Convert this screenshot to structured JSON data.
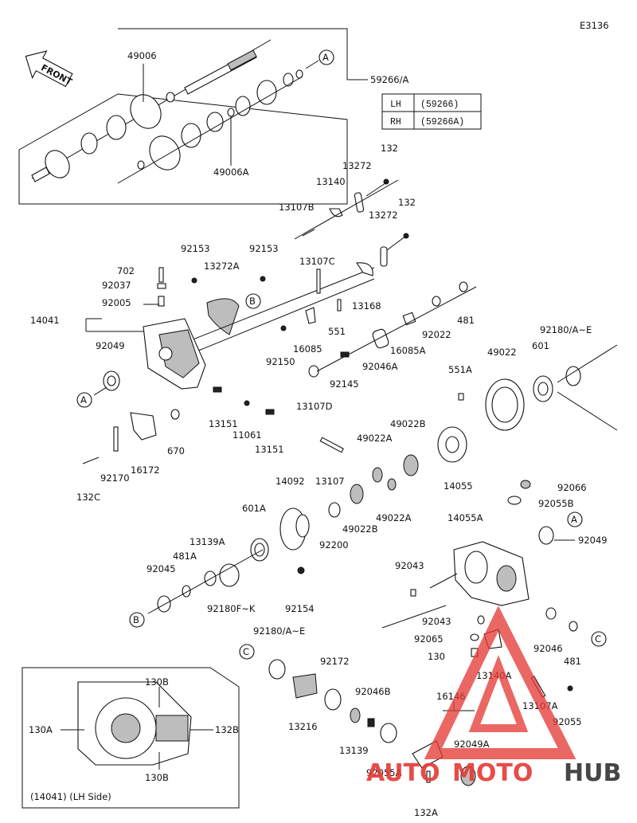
{
  "diagram_code": "E3136",
  "front_label": "FRONT",
  "wm": {
    "auto": "AUTO",
    "moto": "MOTO",
    "hub": "HUB",
    "color": "#e53935",
    "hub_color": "#333333"
  },
  "inset_caption": "(14041)  (LH Side)",
  "side_table": {
    "rows": [
      {
        "side": "LH",
        "part": "(59266)"
      },
      {
        "side": "RH",
        "part": "(59266A)"
      }
    ]
  },
  "refs": {
    "a": "A",
    "b": "B",
    "c": "C"
  },
  "labels": {
    "l49006": "49006",
    "l49006A": "49006A",
    "l59266A": "59266/A",
    "l132a": "132",
    "l13272a": "13272",
    "l13140": "13140",
    "l13107B": "13107B",
    "l132b": "132",
    "l13272b": "13272",
    "l92153a": "92153",
    "l92153b": "92153",
    "l13272A": "13272A",
    "l702": "702",
    "l92037": "92037",
    "l92005": "92005",
    "l14041": "14041",
    "l92049a": "92049",
    "l13107C": "13107C",
    "l13168": "13168",
    "l481a": "481",
    "l92022": "92022",
    "l551a": "551",
    "l16085": "16085",
    "l16085A": "16085A",
    "l92150": "92150",
    "l92046A": "92046A",
    "l92145": "92145",
    "l13107D": "13107D",
    "l92180AE_a": "92180/A~E",
    "l601": "601",
    "l49022": "49022",
    "l551A": "551A",
    "l13151a": "13151",
    "l11061": "11061",
    "l13151b": "13151",
    "l670": "670",
    "l16172": "16172",
    "l92170": "92170",
    "l132C": "132C",
    "l13107": "13107",
    "l49022A": "49022A",
    "l49022B_a": "49022B",
    "l14055": "14055",
    "l92066": "92066",
    "l92055B": "92055B",
    "l14092": "14092",
    "l601A": "601A",
    "l49022B_b": "49022B",
    "l49022A_b": "49022A",
    "l14055A": "14055A",
    "l92049b": "92049",
    "l13139A": "13139A",
    "l481A": "481A",
    "l92045": "92045",
    "l92200": "92200",
    "l92180FK": "92180F~K",
    "l92154": "92154",
    "l92043a": "92043",
    "l92043b": "92043",
    "l92065": "92065",
    "l130": "130",
    "l13140A": "13140A",
    "l92046": "92046",
    "l481b": "481",
    "l92180AE_b": "92180/A~E",
    "l92172": "92172",
    "l92046B": "92046B",
    "l13216": "13216",
    "l13139": "13139",
    "l16146": "16146",
    "l92049A": "92049A",
    "l13107A": "13107A",
    "l92055": "92055",
    "l92055A": "92055A",
    "l132A": "132A",
    "l130B_a": "130B",
    "l130A": "130A",
    "l132B": "132B",
    "l130B_b": "130B"
  }
}
